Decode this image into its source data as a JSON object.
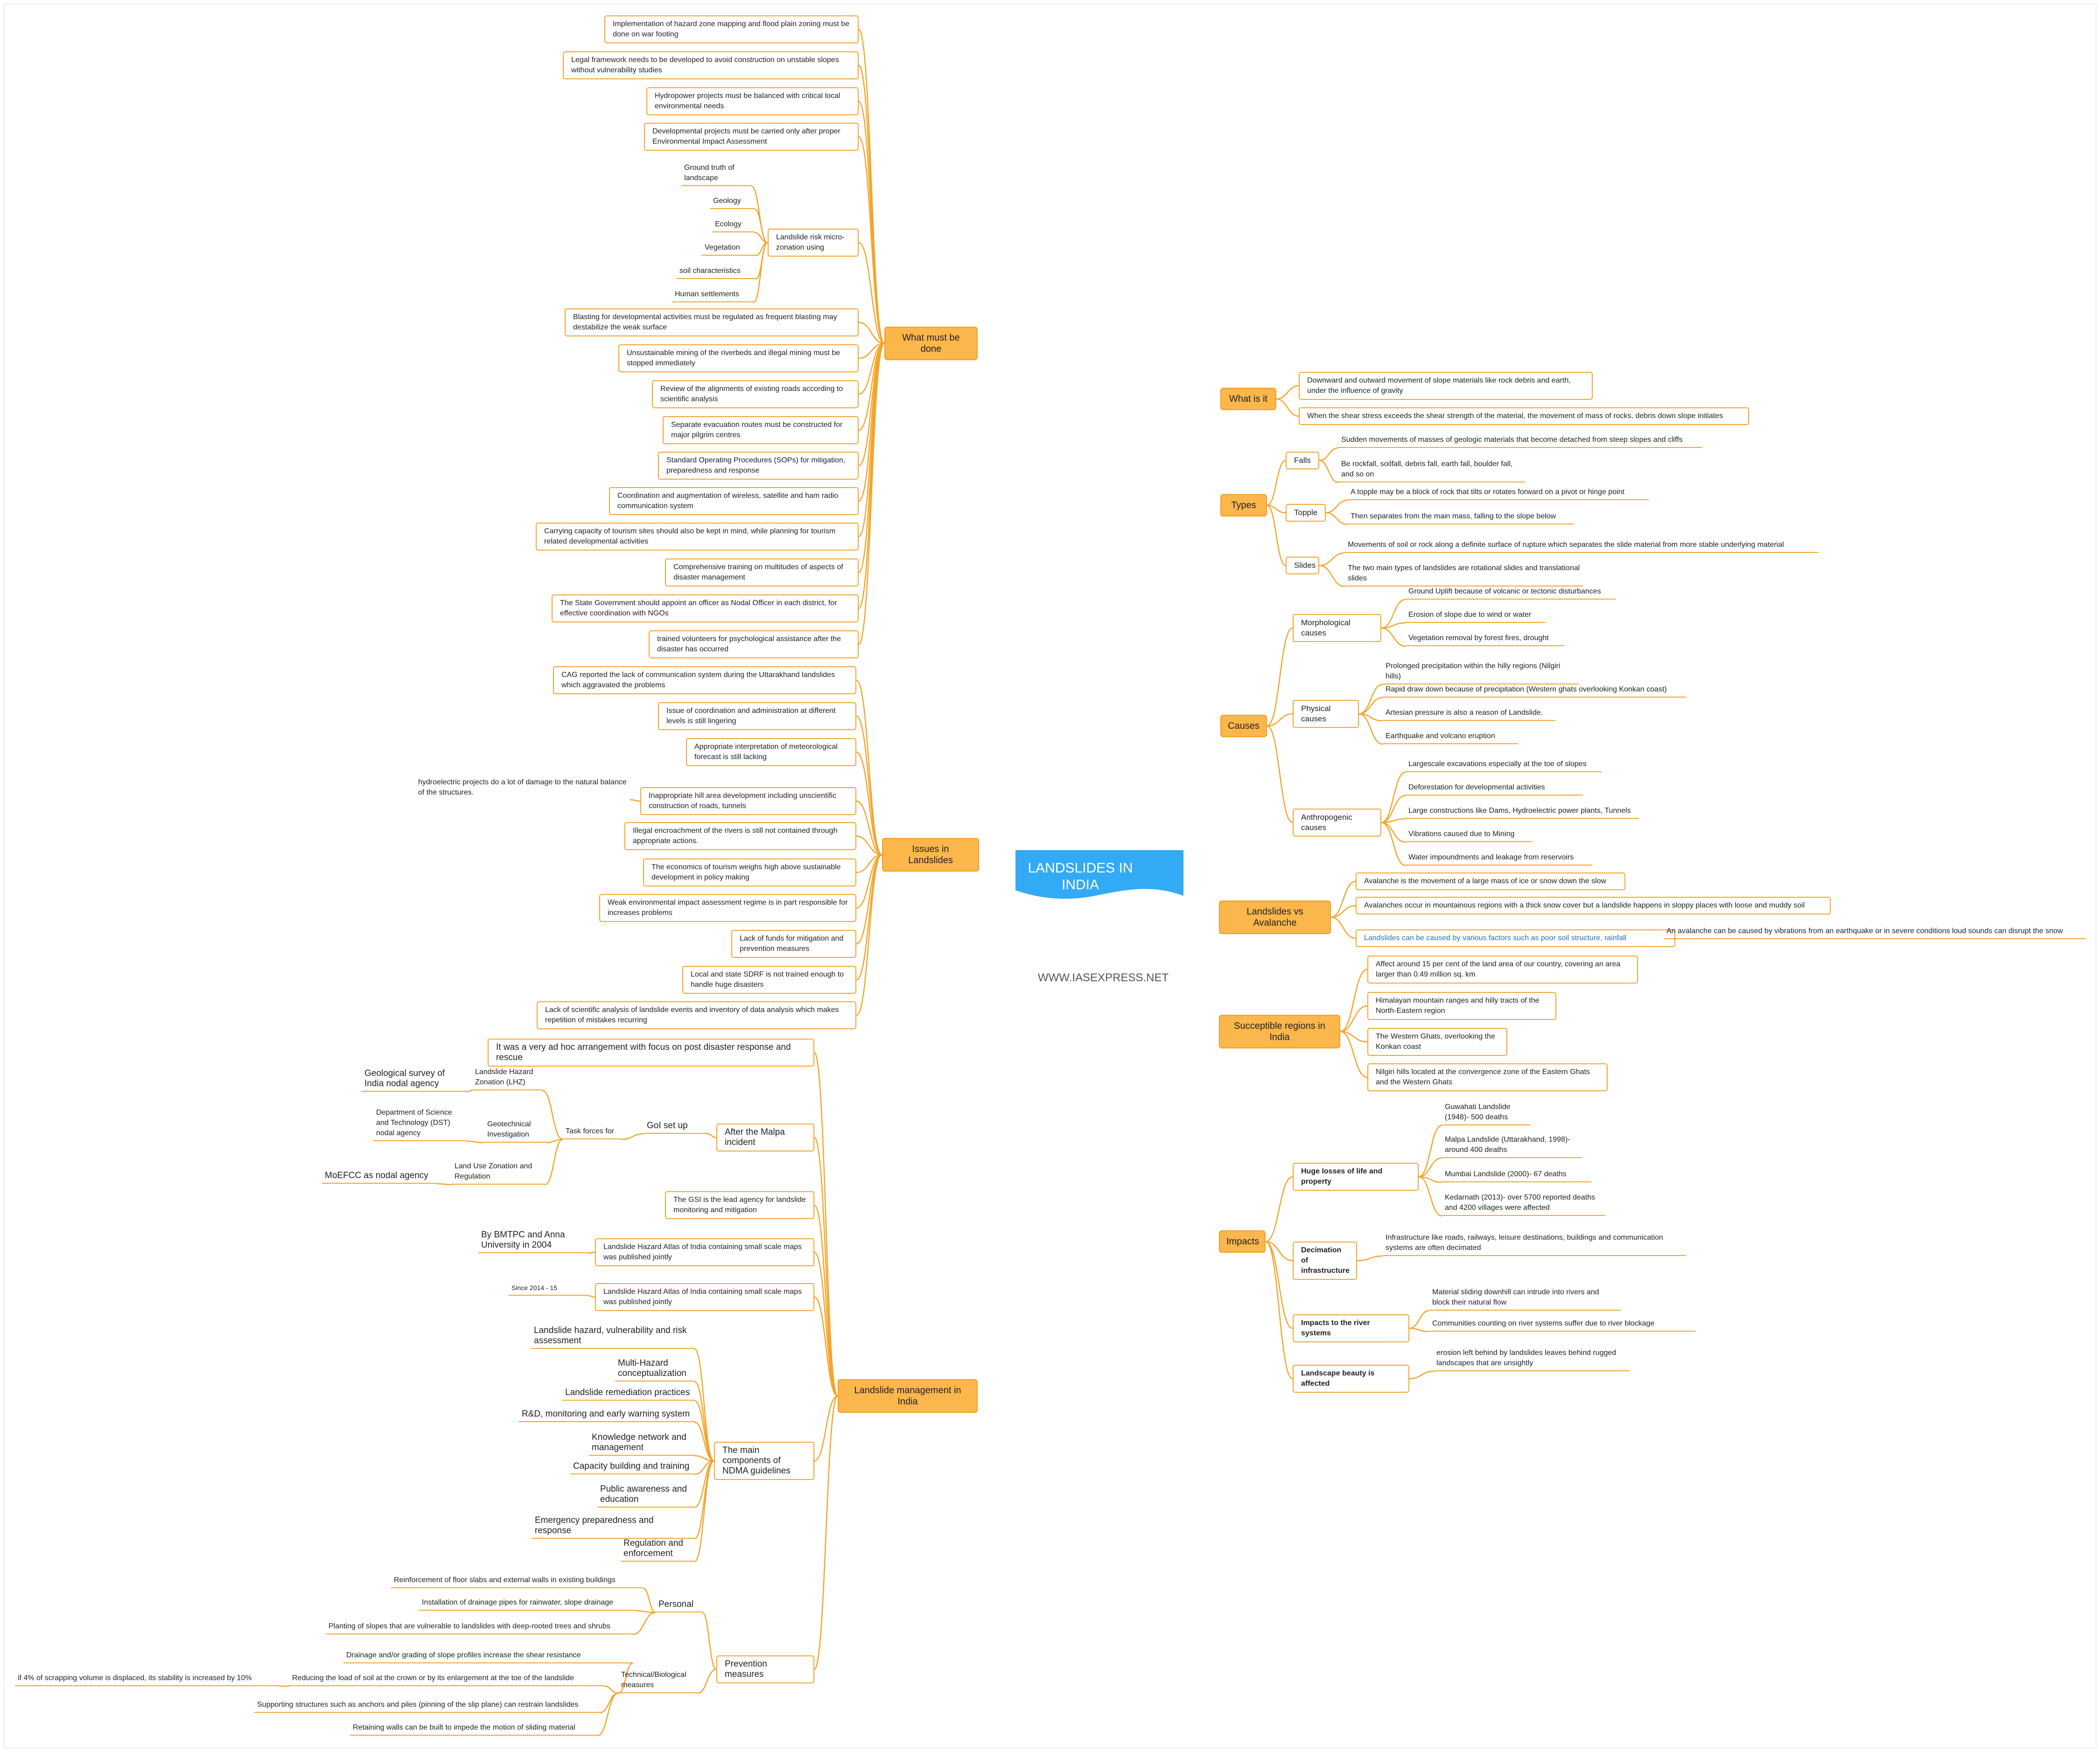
{
  "title": "LANDSLIDES IN INDIA",
  "watermark": "WWW.IASEXPRESS.NET",
  "colors": {
    "line": "#f5a42a",
    "branch_fill": "#fbb64c",
    "root_fill": "#33aaf5"
  },
  "branches": {
    "what_is_it": "What is it",
    "types": "Types",
    "causes": "Causes",
    "vs_avalanche": "Landslides vs Avalanche",
    "regions": "Succeptible regions in India",
    "impacts": "Impacts",
    "what_done": "What must be done",
    "issues": "Issues in Landslides",
    "management": "Landslide management in India"
  },
  "what_is_it": [
    "Downward and outward movement of slope materials like rock debris and earth, under the influence of gravity",
    "When the shear stress exceeds the shear strength of the material, the movement of mass of rocks, debris down slope initiates"
  ],
  "types": {
    "falls": "Falls",
    "falls_items": [
      "Sudden movements of masses of geologic materials that become detached from steep slopes and cliffs",
      "Be rockfall, soilfall, debris fall, earth fall, boulder fall, and so on"
    ],
    "topple": "Topple",
    "topple_items": [
      "A topple may be a block of rock that tilts or rotates forward on a pivot or hinge point",
      "Then separates from the main mass, falling to the slope below"
    ],
    "slides": "Slides",
    "slides_items": [
      "Movements of soil or rock along a definite surface of rupture which separates the slide material from more stable underlying material",
      "The two main types of landslides are rotational slides and translational slides"
    ]
  },
  "causes": {
    "morph": "Morphological causes",
    "morph_items": [
      "Ground Uplift because of volcanic or tectonic disturbances",
      "Erosion of slope due to wind or water",
      "Vegetation removal by forest fires, drought"
    ],
    "phys": "Physical causes",
    "phys_items": [
      "Prolonged precipitation within the hilly regions (Nilgiri hills)",
      "Rapid draw down because of precipitation (Western ghats overlooking Konkan coast)",
      "Artesian pressure is also a reason of Landslide.",
      "Earthquake and volcano eruption"
    ],
    "anthro": "Anthropogenic causes",
    "anthro_items": [
      "Largescale excavations especially at the toe of slopes",
      "Deforestation for developmental activities",
      "Large constructions like Dams, Hydroelectric power plants, Tunnels",
      "Vibrations caused due to Mining",
      "Water impoundments and leakage from reservoirs"
    ]
  },
  "avalanche": [
    "Avalanche is the movement of a large mass of ice or snow down the slow",
    "Avalanches occur in mountainous regions with a thick snow cover but a landslide happens in sloppy places with loose and muddy soil",
    "Landslides can be caused by various factors such as poor soil structure, rainfall",
    "An avalanche can be caused by vibrations from an earthquake or in severe conditions loud sounds can disrupt the snow"
  ],
  "regions": [
    "Affect around 15 per cent of the land area of our country, covering an area larger than 0.49 million sq. km",
    "Himalayan mountain ranges and hilly tracts of the North-Eastern region",
    "The Western Ghats, overlooking the Konkan coast",
    "Nilgiri hills located at the convergence zone of the Eastern Ghats and the Western Ghats"
  ],
  "impacts": {
    "losses": "Huge losses of life and property",
    "losses_items": [
      "Guwahati Landslide (1948)- 500 deaths",
      "Malpa Landslide (Uttarakhand, 1998)- around 400 deaths",
      "Mumbai Landslide (2000)- 67 deaths",
      "Kedarnath (2013)- over 5700 reported deaths and 4200 villages were affected"
    ],
    "infra": "Decimation of infrastructure",
    "infra_items": [
      "Infrastructure like roads, railways, leisure destinations, buildings and communication systems are often decimated"
    ],
    "river": "Impacts to the river systems",
    "river_items": [
      "Material sliding downhill can intrude into rivers and block their natural flow",
      "Communities counting on river systems suffer due to river blockage"
    ],
    "beauty": "Landscape beauty is affected",
    "beauty_items": [
      "erosion left behind by landslides leaves behind rugged landscapes that are unsightly"
    ]
  },
  "what_done": {
    "items_top": [
      "Implementation of hazard zone mapping and flood plain zoning must be done on war footing",
      "Legal framework needs to be developed to avoid construction on unstable slopes without vulnerability studies",
      "Hydropower projects must be balanced with critical local environmental needs",
      "Developmental projects must be carried only after proper Environmental Impact Assessment"
    ],
    "micro": "Landslide risk micro-zonation using",
    "micro_items": [
      "Ground truth of landscape",
      "Geology",
      "Ecology",
      "Vegetation",
      "soil characteristics",
      "Human settlements"
    ],
    "items_bottom": [
      "Blasting for developmental activities must be regulated as frequent blasting may destabilize the weak surface",
      "Unsustainable mining of the riverbeds and illegal mining must be stopped immediately",
      "Review of the alignments of existing roads according to scientific analysis",
      "Separate evacuation routes must be constructed for major pilgrim centres",
      "Standard Operating Procedures (SOPs) for mitigation, preparedness and response",
      "Coordination and augmentation of wireless, satellite and ham radio communication system",
      "Carrying capacity of tourism sites should also be kept in mind, while planning for tourism related developmental activities",
      "Comprehensive training on multitudes of aspects of disaster management",
      "The State Government should appoint an officer as Nodal Officer in each district, for effective coordination with NGOs",
      "trained volunteers for psychological assistance after the disaster has occurred"
    ]
  },
  "issues": [
    "CAG reported the lack of communication system during the Uttarakhand landslides which aggravated the problems",
    "Issue of coordination and administration at different levels is still lingering",
    "Appropriate interpretation of meteorological forecast is still lacking",
    "Inappropriate hill area development including unscientific construction of roads, tunnels",
    "hydroelectric projects do a lot of damage to the natural balance of the structures.",
    "Illegal encroachment of the rivers is still not contained through appropriate actions.",
    "The economics of tourism weighs high above sustainable development in policy making",
    "Weak environmental impact assessment regime is in part responsible for increases problems",
    "Lack of funds for mitigation and prevention measures",
    "Local and state SDRF is not trained enough to handle huge disasters",
    "Lack of scientific analysis of landslide events and inventory of data analysis which makes repetition of mistakes recurring"
  ],
  "management": {
    "adhoc": "It was a very ad hoc arrangement with focus on post disaster response and rescue",
    "malpa": "After the Malpa incident",
    "goi": "GoI set up",
    "task": "Task forces for",
    "lhz": "Landslide Hazard Zonation (LHZ)",
    "lhz_agency": "Geological survey of India nodal agency",
    "geo": "Geotechnical Investigation",
    "geo_agency": "Department of Science and Technology (DST) nodal agency",
    "luz": "Land Use Zonation and Regulation",
    "luz_agency": "MoEFCC as nodal agency",
    "gsi": "The GSI is the lead agency for landslide monitoring and mitigation",
    "atlas1": "Landslide Hazard Atlas of India containing small scale maps was published jointly",
    "atlas1_note": "By BMTPC and  Anna University in 2004",
    "atlas2": "Landslide Hazard Atlas of India containing small scale maps was published jointly",
    "atlas2_note": "Since 2014 - 15",
    "ndma": "The main components of NDMA guidelines",
    "ndma_items": [
      "Landslide hazard, vulnerability and risk assessment",
      "Multi-Hazard conceptualization",
      "Landslide remediation practices",
      "R&D, monitoring and early warning system",
      "Knowledge network and management",
      "Capacity building and training",
      "Public awareness and education",
      "Emergency preparedness and response",
      "Regulation and enforcement"
    ],
    "prevention": "Prevention measures",
    "personal": "Personal",
    "personal_items": [
      "Reinforcement of floor slabs and external walls in existing buildings",
      "Installation of drainage pipes for rainwater, slope drainage",
      "Planting of slopes that are vulnerable to landslides with deep-rooted trees and shrubs"
    ],
    "tech": "Technical/Biological measures",
    "tech_items": [
      "Drainage and/or grading of slope profiles increase the shear resistance",
      "Reducing the load of soil at the crown or by its enlargement at the toe of the landslide",
      "Supporting structures such as anchors and piles (pinning of the slip plane) can restrain landslides",
      "Retaining walls can be built to impede the motion of sliding material"
    ],
    "tech_note": "if 4% of scrapping volume is displaced, its stability is increased by 10%"
  }
}
